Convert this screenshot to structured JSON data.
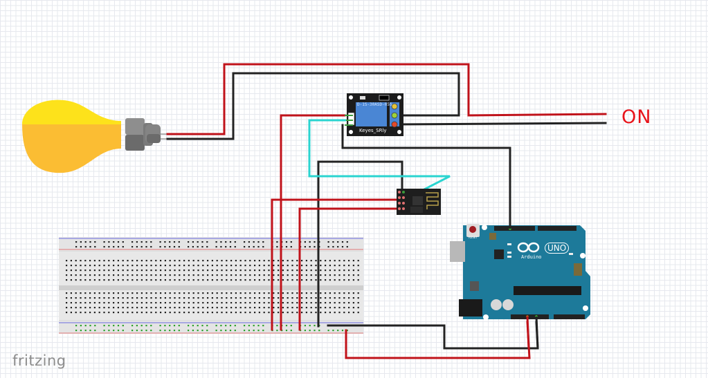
{
  "app": {
    "name": "Fritzing",
    "brand_label": "fritzing"
  },
  "annotation": {
    "on_label": "ON",
    "on_color": "#e8141b"
  },
  "components": {
    "bulb": {
      "name": "Light bulb",
      "colors": {
        "top": "#fde21b",
        "bottom": "#fbbd33",
        "socket": "#6e6e6e"
      }
    },
    "relay": {
      "name": "Relay module",
      "label": "Keyes_SRly",
      "part_text": "D-1S-30ASD-05S",
      "color": "#4a86d4"
    },
    "wifi": {
      "name": "ESP-01 WiFi module",
      "color": "#222222"
    },
    "arduino": {
      "name": "Arduino UNO",
      "logo_text": "UNO",
      "brand_text": "Arduino",
      "reset_label": "RESET",
      "color": "#1d7a9a"
    },
    "breadboard": {
      "name": "Breadboard",
      "color": "#dcdcdc"
    }
  },
  "wires": {
    "colors": {
      "red": "#c0121a",
      "black": "#222222",
      "cyan": "#2ad4d0"
    },
    "list": [
      {
        "id": "bulb-red-to-mains",
        "color": "red"
      },
      {
        "id": "bulb-black-to-relay-no",
        "color": "black"
      },
      {
        "id": "relay-com-to-mains",
        "color": "black"
      },
      {
        "id": "relay-vcc-to-breadboard",
        "color": "red"
      },
      {
        "id": "relay-in-to-esp",
        "color": "cyan"
      },
      {
        "id": "relay-gnd-to-arduino-gnd",
        "color": "black"
      },
      {
        "id": "esp-gnd-to-breadboard",
        "color": "black"
      },
      {
        "id": "esp-vcc-to-breadboard",
        "color": "red"
      },
      {
        "id": "esp-chpd-to-breadboard",
        "color": "red"
      },
      {
        "id": "breadboard-gnd-to-arduino",
        "color": "black"
      },
      {
        "id": "breadboard-3v3-to-arduino",
        "color": "red"
      }
    ]
  }
}
